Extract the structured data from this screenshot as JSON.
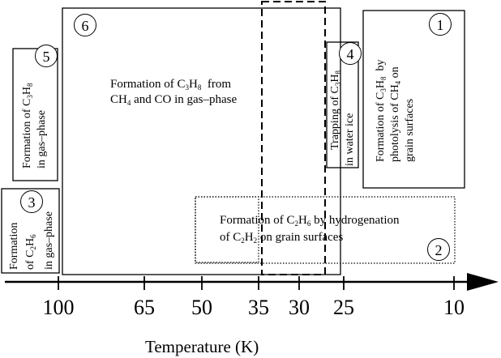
{
  "axis": {
    "title": "Temperature (K)",
    "ticks": [
      "100",
      "65",
      "50",
      "35",
      "30",
      "25",
      "10"
    ]
  },
  "regions": {
    "r1": {
      "num": "1",
      "line1_a": "Formation of C",
      "line1_sub1": "3",
      "line1_b": "H",
      "line1_sub2": "8",
      "line1_c": "  by",
      "line2_a": "photolysis of CH",
      "line2_sub": "4",
      "line2_b": " on",
      "line3": "grain surfaces"
    },
    "r2": {
      "num": "2",
      "line1_a": "Formation of C",
      "line1_sub1": "2",
      "line1_b": "H",
      "line1_sub2": "6",
      "line1_c": " by hydrogenation",
      "line2_a": "of C",
      "line2_sub1": "2",
      "line2_b": "H",
      "line2_sub2": "2",
      "line2_c": " on grain surfaces"
    },
    "r3": {
      "num": "3",
      "line1": "Formation",
      "line2_a": "of C",
      "line2_sub1": "2",
      "line2_b": "H",
      "line2_sub2": "6",
      "line3": "in gas–phase"
    },
    "r4": {
      "num": "4",
      "line1_a": "Trapping of C",
      "line1_sub1": "3",
      "line1_b": "H",
      "line1_sub2": "8",
      "line2": "in water ice"
    },
    "r5": {
      "num": "5",
      "line1_a": "Formation of C",
      "line1_sub1": "3",
      "line1_b": "H",
      "line1_sub2": "8",
      "line2": "in gas–phase"
    },
    "r6": {
      "num": "6",
      "line1_a": "Formation of C",
      "line1_sub1": "3",
      "line1_b": "H",
      "line1_sub2": "8",
      "line1_c": "  from",
      "line2_a": "CH",
      "line2_sub": "4",
      "line2_b": " and CO in gas–phase"
    }
  }
}
